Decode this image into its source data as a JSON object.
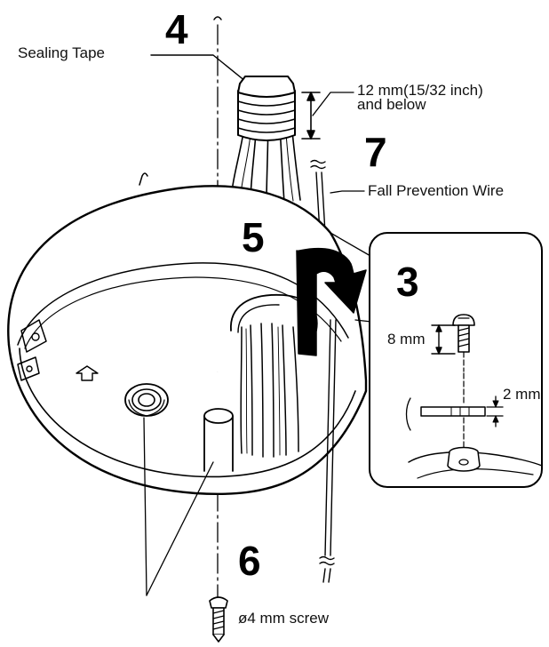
{
  "labels": {
    "sealing_tape": "Sealing Tape",
    "dimension_12mm_line1": "12 mm(15/32 inch)",
    "dimension_12mm_line2": "and below",
    "fall_prevention_wire": "Fall Prevention Wire",
    "dimension_8mm": "8 mm",
    "dimension_2mm": "2 mm",
    "screw": "ø4 mm screw"
  },
  "steps": {
    "s3": "3",
    "s4": "4",
    "s5": "5",
    "s6": "6",
    "s7": "7"
  }
}
